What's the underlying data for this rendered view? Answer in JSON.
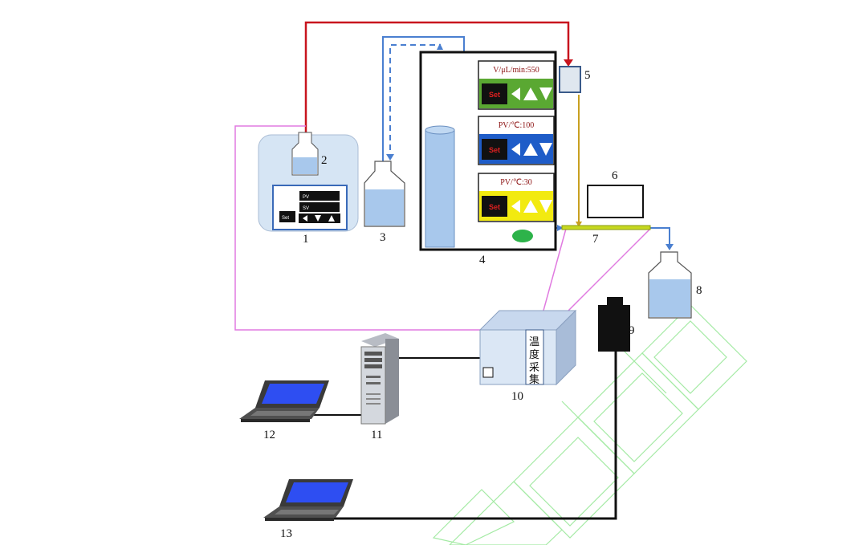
{
  "components": {
    "c1": {
      "number": "1",
      "pv_label": "PV",
      "sv_label": "SV",
      "set_label": "Set"
    },
    "c2": {
      "number": "2"
    },
    "c3": {
      "number": "3"
    },
    "c4": {
      "number": "4"
    },
    "c5": {
      "number": "5"
    },
    "c6": {
      "number": "6"
    },
    "c7": {
      "number": "7"
    },
    "c8": {
      "number": "8"
    },
    "c9": {
      "number": "9"
    },
    "c10": {
      "number": "10",
      "vertical_text": [
        "温",
        "度",
        "采",
        "集"
      ]
    },
    "c11": {
      "number": "11"
    },
    "c12": {
      "number": "12"
    },
    "c13": {
      "number": "13"
    }
  },
  "controllers": [
    {
      "display": "V/μL/min:550",
      "set_label": "Set",
      "color": "#5aa832"
    },
    {
      "display": "PV/℃:100",
      "set_label": "Set",
      "color": "#1e5cc8"
    },
    {
      "display": "PV/℃:30",
      "set_label": "Set",
      "color": "#f2ea10"
    }
  ],
  "colors": {
    "red_line": "#c8141e",
    "blue_line": "#4a7fd0",
    "magenta_line": "#e07ae0",
    "gold_line": "#c8a020",
    "liquid": "#a8c8ec",
    "watermark": "#9be89b"
  }
}
